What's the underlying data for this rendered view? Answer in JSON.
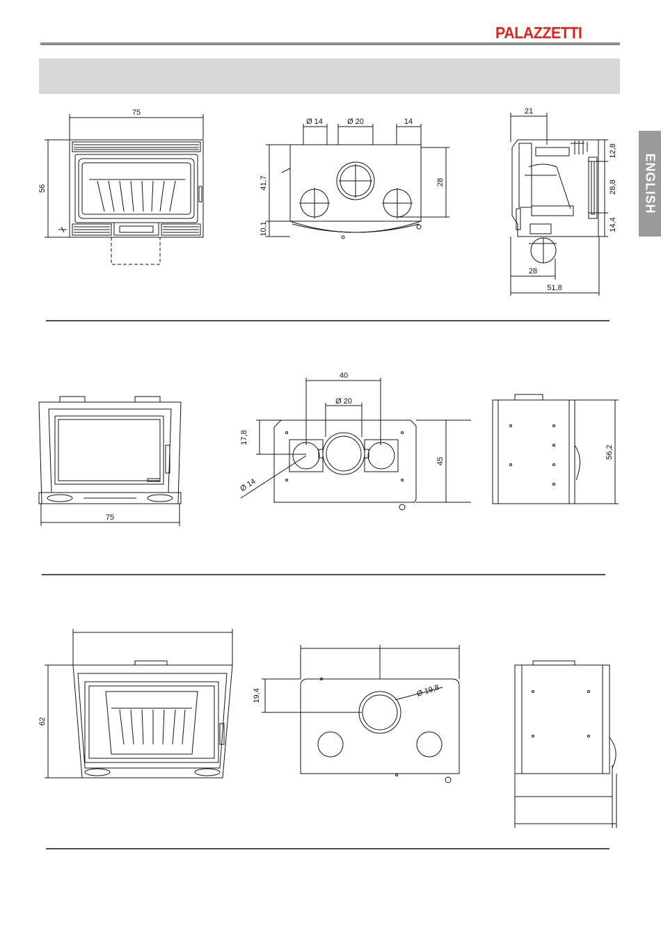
{
  "header": {
    "brand": "PALAZZETTI"
  },
  "side_tab": {
    "language": "ENGLISH"
  },
  "row1": {
    "front": {
      "width": "75",
      "height": "56"
    },
    "top": {
      "outlet_side": "Ø 14",
      "outlet_center": "Ø 20",
      "spacing": "14",
      "height_total": "41,7",
      "height_base": "10,1",
      "depth": "28"
    },
    "side": {
      "top_offset": "21",
      "h1": "12,8",
      "h2": "28,8",
      "h3": "14,4",
      "base_depth": "28",
      "depth": "51,8"
    }
  },
  "row2": {
    "front": {
      "width": "75"
    },
    "top": {
      "spacing": "40",
      "outlet_center": "Ø 20",
      "offset": "17,8",
      "outlet_side": "Ø 14",
      "depth": "45"
    },
    "side": {
      "height": "56,2"
    }
  },
  "row3": {
    "front": {
      "height": "62"
    },
    "top": {
      "offset": "19,4",
      "outlet_center": "Ø 19,8"
    }
  },
  "colors": {
    "brand": "#e2231a",
    "band": "#d7d7d7",
    "tab": "#9a9a9a",
    "rule": "#8c8c8c"
  }
}
